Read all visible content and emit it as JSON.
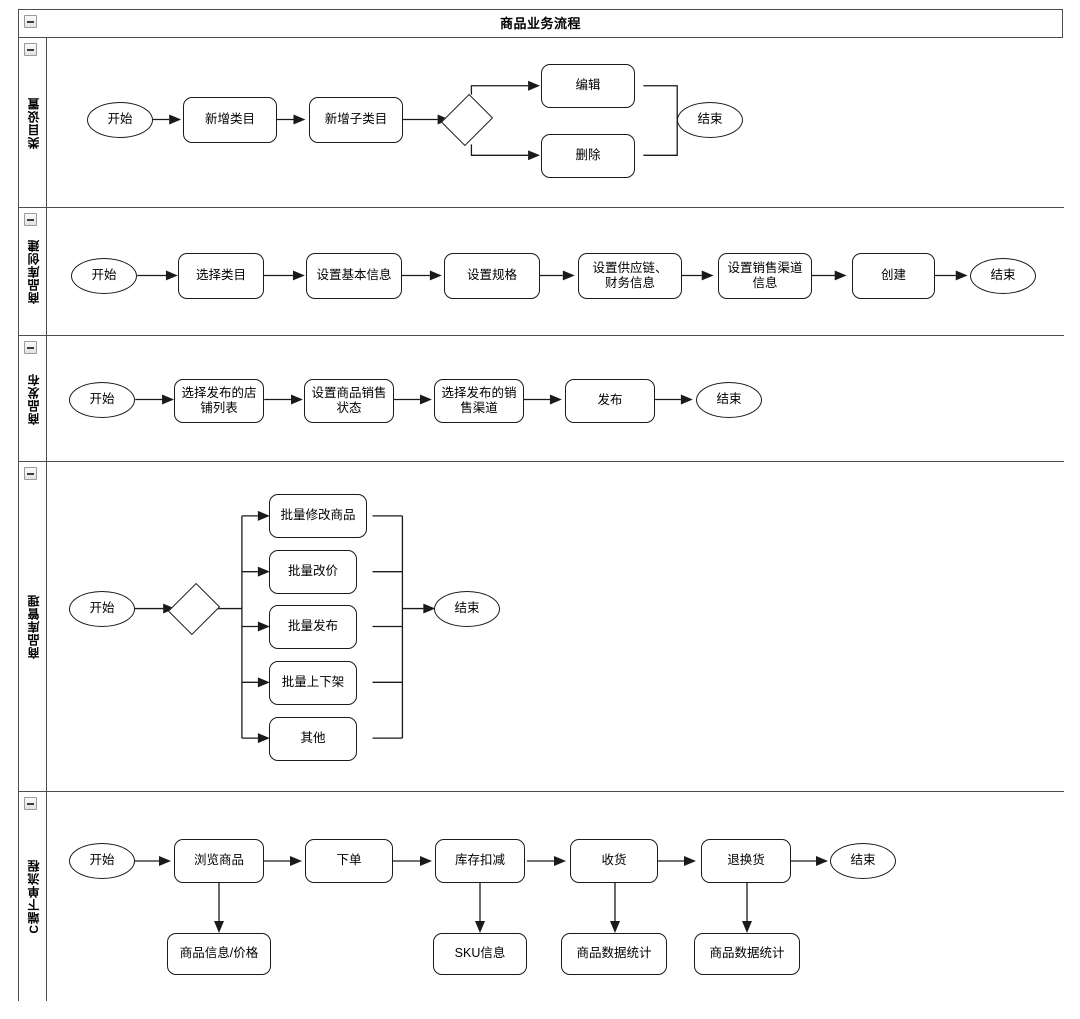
{
  "diagram": {
    "title": "商品业务流程",
    "type": "swimlane-flowchart",
    "collapse_icon": "minus-square-icon"
  },
  "lanes": [
    {
      "id": "lane-category-setup",
      "label": "类目设置",
      "nodes": [
        {
          "key": "start",
          "text": "开始",
          "shape": "terminator"
        },
        {
          "key": "n1",
          "text": "新增类目",
          "shape": "rect"
        },
        {
          "key": "n2",
          "text": "新增子类目",
          "shape": "rect"
        },
        {
          "key": "d1",
          "text": "",
          "shape": "decision"
        },
        {
          "key": "n3",
          "text": "编辑",
          "shape": "rect"
        },
        {
          "key": "n4",
          "text": "删除",
          "shape": "rect"
        },
        {
          "key": "end",
          "text": "结束",
          "shape": "terminator"
        }
      ]
    },
    {
      "id": "lane-product-library-create",
      "label": "商品库创建",
      "nodes": [
        {
          "key": "start",
          "text": "开始",
          "shape": "terminator"
        },
        {
          "key": "n1",
          "text": "选择类目",
          "shape": "rect"
        },
        {
          "key": "n2",
          "text": "设置基本信息",
          "shape": "rect"
        },
        {
          "key": "n3",
          "text": "设置规格",
          "shape": "rect"
        },
        {
          "key": "n4",
          "text": "设置供应链、\n财务信息",
          "shape": "rect"
        },
        {
          "key": "n5",
          "text": "设置销售渠道\n信息",
          "shape": "rect"
        },
        {
          "key": "n6",
          "text": "创建",
          "shape": "rect"
        },
        {
          "key": "end",
          "text": "结束",
          "shape": "terminator"
        }
      ]
    },
    {
      "id": "lane-product-publish",
      "label": "商品发布",
      "nodes": [
        {
          "key": "start",
          "text": "开始",
          "shape": "terminator"
        },
        {
          "key": "n1",
          "text": "选择发布的店\n铺列表",
          "shape": "rect"
        },
        {
          "key": "n2",
          "text": "设置商品销售\n状态",
          "shape": "rect"
        },
        {
          "key": "n3",
          "text": "选择发布的销\n售渠道",
          "shape": "rect"
        },
        {
          "key": "n4",
          "text": "发布",
          "shape": "rect"
        },
        {
          "key": "end",
          "text": "结束",
          "shape": "terminator"
        }
      ]
    },
    {
      "id": "lane-product-library-manage",
      "label": "商品库管理",
      "nodes": [
        {
          "key": "start",
          "text": "开始",
          "shape": "terminator"
        },
        {
          "key": "d1",
          "text": "",
          "shape": "decision"
        },
        {
          "key": "b1",
          "text": "批量修改商品",
          "shape": "rect"
        },
        {
          "key": "b2",
          "text": "批量改价",
          "shape": "rect"
        },
        {
          "key": "b3",
          "text": "批量发布",
          "shape": "rect"
        },
        {
          "key": "b4",
          "text": "批量上下架",
          "shape": "rect"
        },
        {
          "key": "b5",
          "text": "其他",
          "shape": "rect"
        },
        {
          "key": "end",
          "text": "结束",
          "shape": "terminator"
        }
      ]
    },
    {
      "id": "lane-c-side-order",
      "label": "C端下单流程",
      "nodes": [
        {
          "key": "start",
          "text": "开始",
          "shape": "terminator"
        },
        {
          "key": "n1",
          "text": "浏览商品",
          "shape": "rect"
        },
        {
          "key": "n2",
          "text": "下单",
          "shape": "rect"
        },
        {
          "key": "n3",
          "text": "库存扣减",
          "shape": "rect"
        },
        {
          "key": "n4",
          "text": "收货",
          "shape": "rect"
        },
        {
          "key": "n5",
          "text": "退换货",
          "shape": "rect"
        },
        {
          "key": "end",
          "text": "结束",
          "shape": "terminator"
        },
        {
          "key": "s1",
          "text": "商品信息/价格",
          "shape": "rect"
        },
        {
          "key": "s2",
          "text": "SKU信息",
          "shape": "rect"
        },
        {
          "key": "s3",
          "text": "商品数据统计",
          "shape": "rect"
        },
        {
          "key": "s4",
          "text": "商品数据统计",
          "shape": "rect"
        }
      ]
    }
  ],
  "colors": {
    "stroke": "#1a1a1a",
    "lane_border": "#4d4d4d",
    "background": "#ffffff"
  }
}
